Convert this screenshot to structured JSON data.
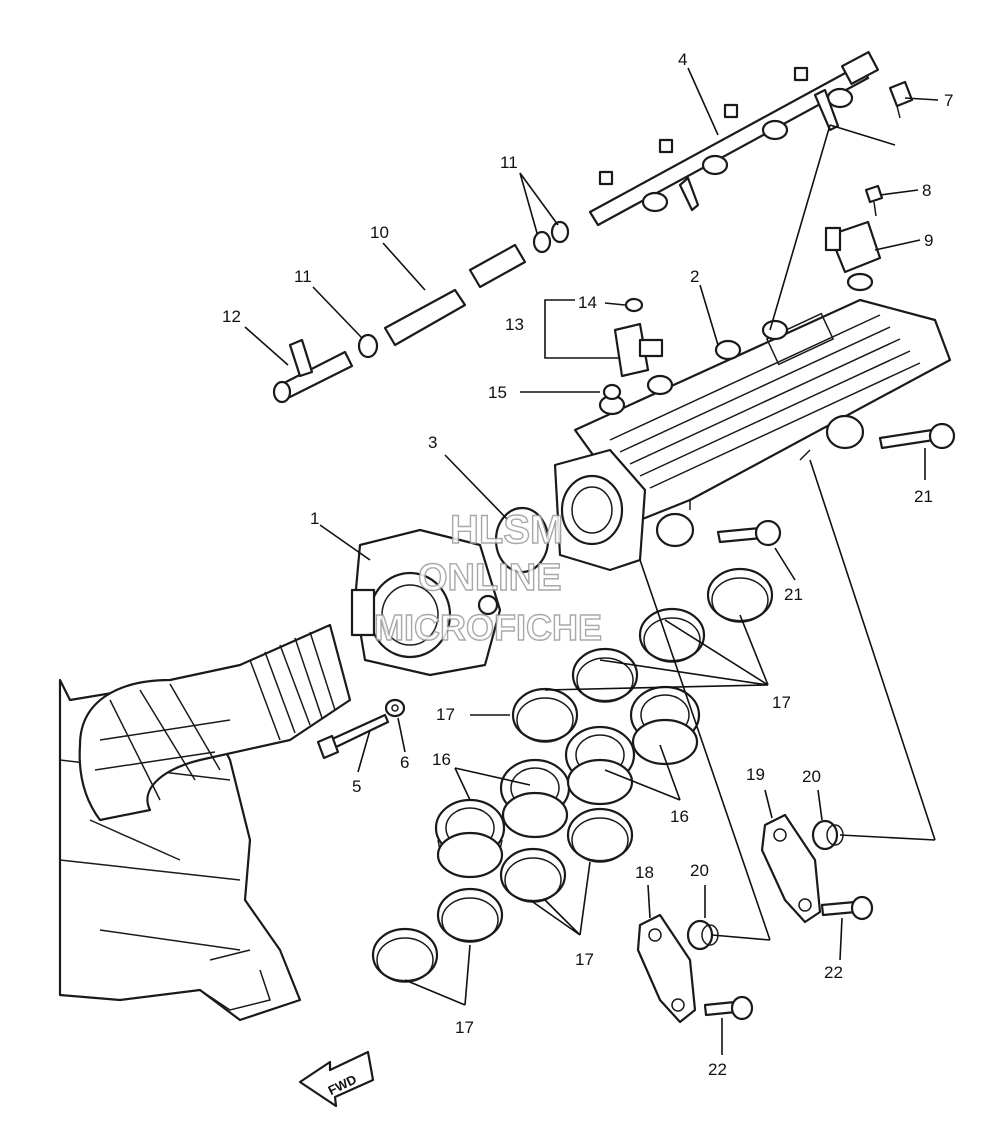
{
  "watermark": {
    "line1": "HLSM",
    "line2": "ONLINE",
    "line3": "MICROFICHE"
  },
  "direction_arrow": "FWD",
  "callouts": [
    "1",
    "2",
    "3",
    "4",
    "5",
    "6",
    "7",
    "8",
    "9",
    "10",
    "11",
    "11",
    "12",
    "13",
    "14",
    "15",
    "16",
    "16",
    "17",
    "17",
    "17",
    "17",
    "17",
    "18",
    "19",
    "20",
    "20",
    "21",
    "21",
    "22",
    "22"
  ],
  "colors": {
    "line": "#1a1a1a",
    "background": "#ffffff",
    "watermark_outline": "#9a9a9a"
  }
}
